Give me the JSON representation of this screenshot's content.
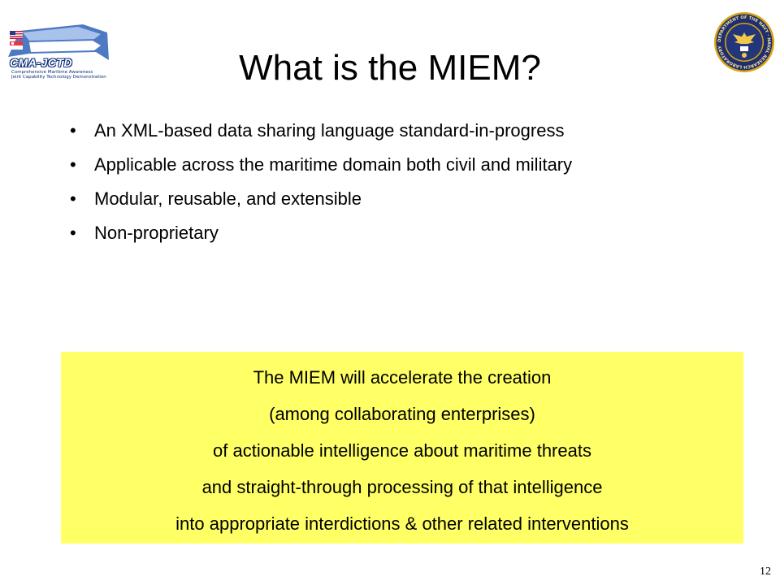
{
  "slide": {
    "title": "What is the MIEM?",
    "bullet_symbol": "•",
    "bullets": [
      "An XML-based data sharing language standard-in-progress",
      "Applicable across the maritime domain both civil and military",
      "Modular, reusable, and extensible",
      "Non-proprietary"
    ],
    "callout": {
      "background_color": "#ffff66",
      "lines": [
        "The MIEM will accelerate the creation",
        "(among collaborating enterprises)",
        "of actionable intelligence about maritime threats",
        "and straight-through processing of that intelligence",
        "into appropriate interdictions & other related interventions"
      ]
    },
    "page_number": "12"
  },
  "logos": {
    "left": {
      "icon": "cma-jctd-logo",
      "brand": "CMA-JCTD",
      "subtitle_line1": "Comprehensive Maritime Awareness",
      "subtitle_line2": "Joint Capability Technology Demonstration"
    },
    "right": {
      "icon": "naval-research-laboratory-seal",
      "seal_text": "DEPARTMENT OF THE NAVY · NAVAL RESEARCH LABORATORY"
    }
  }
}
